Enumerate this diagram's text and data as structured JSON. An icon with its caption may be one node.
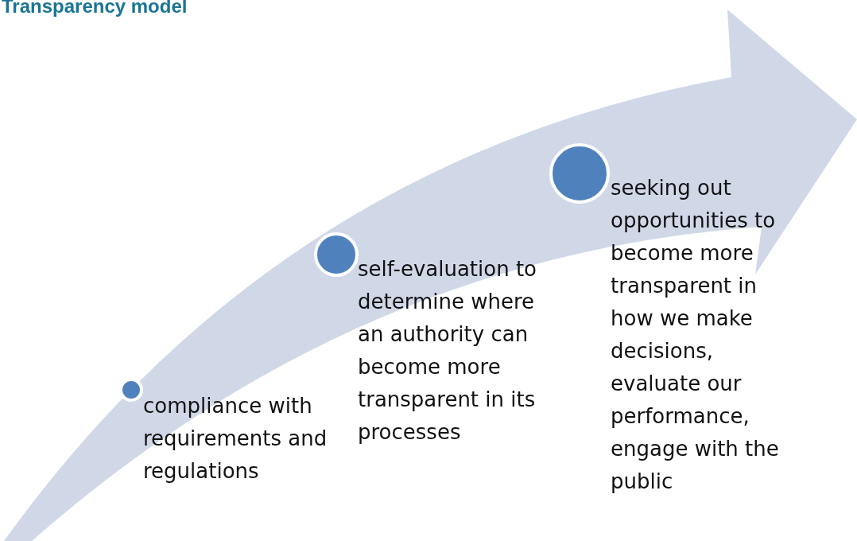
{
  "diagram": {
    "title": "Transparency model",
    "nodes": [
      {
        "text": [
          "compliance with requirements and regulations"
        ]
      },
      {
        "text": [
          "self-evaluation to determine where an authority can become more transparent in its processes"
        ]
      },
      {
        "text": [
          "seeking out opportunities to become more transparent in how we make decisions, evaluate our performance, engage with the public"
        ]
      }
    ],
    "edges": []
  }
}
